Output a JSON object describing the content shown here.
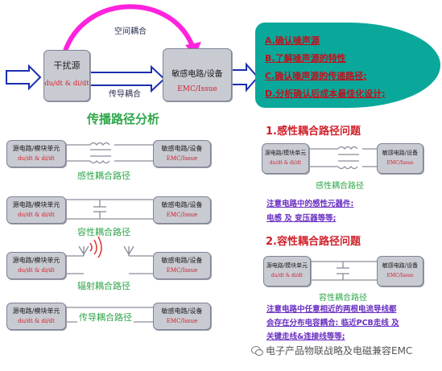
{
  "top": {
    "source_line1": "干扰源",
    "source_line2": "du/dt & di/dt",
    "victim_line1": "敏感电路/设备",
    "victim_line2": "EMC/Issue",
    "space_coupling": "空间耦合",
    "conduct_coupling": "传导耦合",
    "title": "传播路径分析"
  },
  "steps": {
    "a": "A.确认噪声源",
    "b": "B.了解噪声源的特性",
    "c": "C.确认噪声源的传递路径;",
    "d": "D.分析确认后成本最佳化设计;"
  },
  "rows": [
    {
      "left1": "源电路/模块单元",
      "left2": "du/dt & di/dt",
      "right1": "敏感电路/设备",
      "right2": "EMC/Issue",
      "caption": "感性耦合路径"
    },
    {
      "left1": "源电路/模块单元",
      "left2": "du/dt & di/dt",
      "right1": "敏感电路/设备",
      "right2": "EMC/Issue",
      "caption": "容性耦合路径"
    },
    {
      "left1": "源电路/模块单元",
      "left2": "du/dt & di/dt",
      "right1": "敏感电路/设备",
      "right2": "EMC/Issue",
      "caption": "辐射耦合路径"
    },
    {
      "left1": "源电路/模块单元",
      "left2": "du/dt & di/dt",
      "right1": "敏感电路/设备",
      "right2": "EMC/Issue",
      "caption": "传导耦合路径"
    }
  ],
  "right": {
    "h1": "1.感性耦合路径问题",
    "h2": "2.容性耦合路径问题",
    "ind_left1": "源电路/模块单元",
    "ind_left2": "du/dt & di/dt",
    "ind_right1": "敏感电路/设备",
    "ind_right2": "EMC/Issue",
    "ind_caption": "感性耦合路径",
    "ind_note1": "注意电路中的感性元器件:",
    "ind_note2": "电感 及 变压器等等;",
    "cap_left1": "源电路/模块单元",
    "cap_left2": "du/dt & di/dt",
    "cap_right1": "敏感电路/设备",
    "cap_right2": "EMC/Issue",
    "cap_caption": "容性耦合路径",
    "cap_note1": "注意电路中任意相近的两根电流导线都",
    "cap_note2": "会存在分布电容耦合: 临近PCB走线 及",
    "cap_note3": "关键走线&连接线等等;"
  },
  "watermark": "电子产品物联战略及电磁兼容EMC",
  "colors": {
    "box": "#c9cbd3",
    "arrow": "#1a2fb0",
    "magenta": "#ff22dd",
    "teal": "#0aa89a",
    "green": "#2fa64a",
    "red": "#d0202a",
    "purple": "#6a2fc1"
  }
}
